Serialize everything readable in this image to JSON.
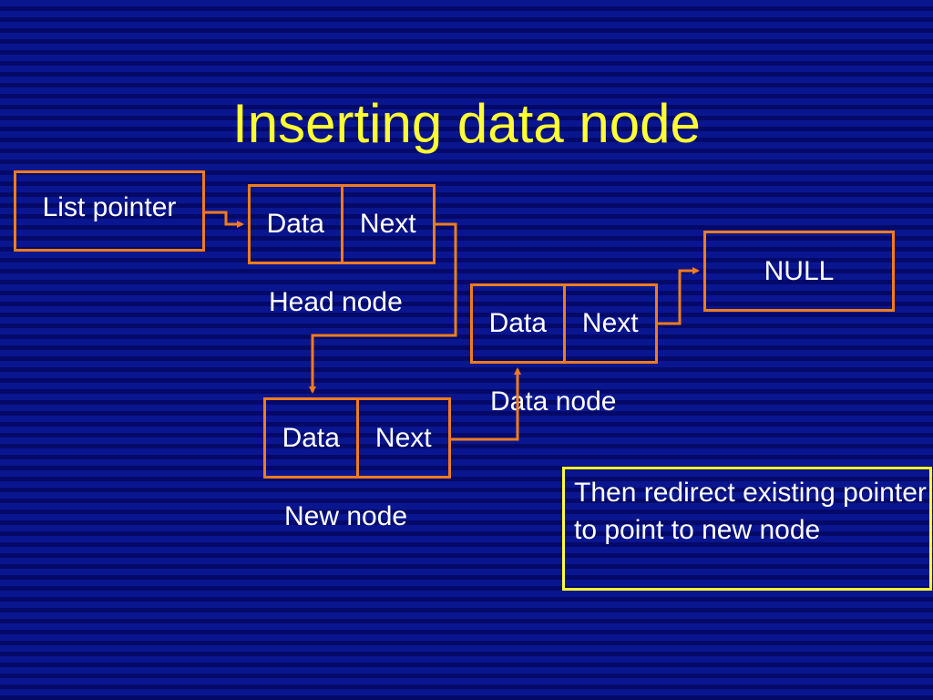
{
  "title": "Inserting data node",
  "list_pointer": {
    "label": "List pointer"
  },
  "head_node": {
    "data": "Data",
    "next": "Next",
    "caption": "Head node"
  },
  "data_node": {
    "data": "Data",
    "next": "Next",
    "caption": "Data node"
  },
  "new_node": {
    "data": "Data",
    "next": "Next",
    "caption": "New node"
  },
  "null_box": {
    "label": "NULL"
  },
  "note": {
    "text": "Then redirect existing pointer to point to new node"
  },
  "colors": {
    "title": "#ffff33",
    "box_border": "#f07c1d",
    "note_border": "#ffff33",
    "text": "#ffffff"
  }
}
